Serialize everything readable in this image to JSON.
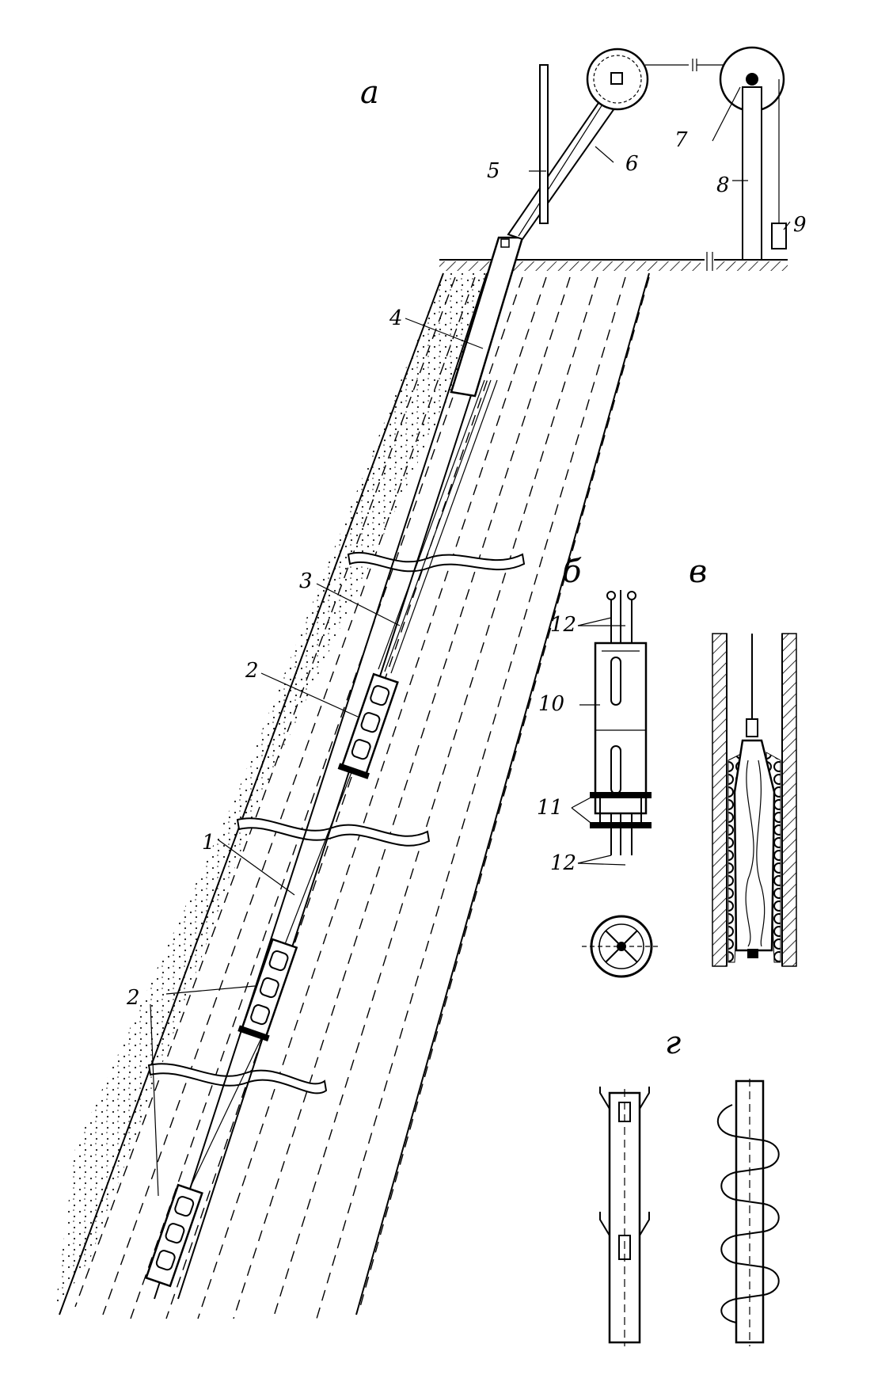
{
  "panels": {
    "a": "а",
    "b": "б",
    "v": "в",
    "g": "г"
  },
  "callouts": {
    "n1": "1",
    "n2_upper": "2",
    "n2_lower": "2",
    "n3": "3",
    "n4": "4",
    "n5": "5",
    "n6": "6",
    "n7": "7",
    "n8": "8",
    "n9": "9",
    "n10": "10",
    "n11": "11",
    "n12_top": "12",
    "n12_bottom": "12"
  },
  "colors": {
    "ink": "#000000",
    "paper": "#ffffff"
  }
}
